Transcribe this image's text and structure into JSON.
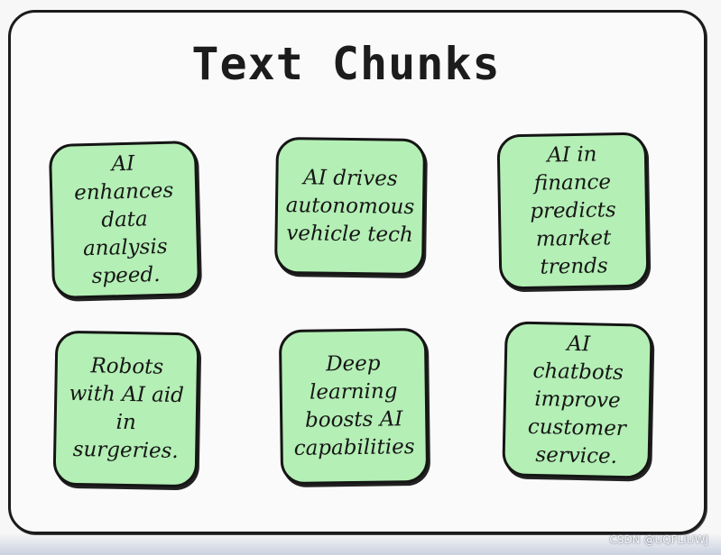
{
  "title": "Text Chunks",
  "chunks": [
    {
      "text": "AI\nenhances\ndata\nanalysis\nspeed."
    },
    {
      "text": "AI drives\nautonomous\nvehicle tech"
    },
    {
      "text": "AI in\nfinance\npredicts\nmarket\ntrends"
    },
    {
      "text": "Robots\nwith AI aid\nin\nsurgeries."
    },
    {
      "text": "Deep\nlearning\nboosts AI\ncapabilities"
    },
    {
      "text": "AI\nchatbots\nimprove\ncustomer\nservice."
    }
  ],
  "watermark": "CSDN @UQFLIUWJ",
  "colors": {
    "card_fill": "#b4efb5",
    "border": "#151515",
    "background": "#fafafa"
  }
}
